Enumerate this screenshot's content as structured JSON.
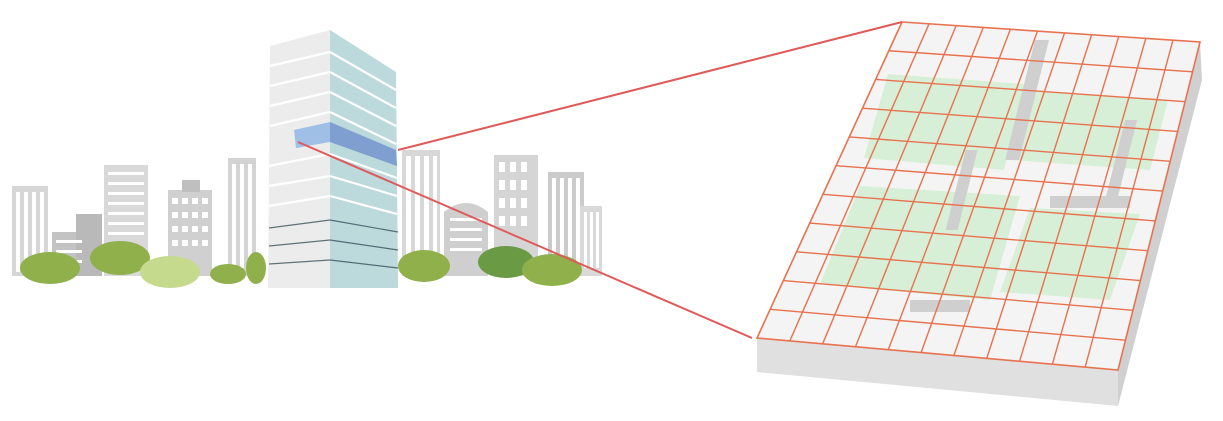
{
  "diagram": {
    "type": "illustration",
    "subject": "",
    "colors": {
      "background": "#ffffff",
      "skyline_gray": "#c9c9c9",
      "skyline_dark": "#a9a9a9",
      "tower_light": "#eeeeee",
      "tower_teal": "#bcd9dc",
      "highlight_floor": "#7f9fd0",
      "tree_green": "#8fb04a",
      "tree_light": "#c6da8e",
      "tree_dark": "#6b9a45",
      "callout_line": "#e05a5a",
      "grid_line": "#e8724f",
      "floor_fill": "#f4f4f4",
      "room_green": "#d6efd6",
      "slab_side": "#e0e0e0"
    },
    "elements": [
      {
        "name": "city-skyline",
        "icon": "building-group-icon"
      },
      {
        "name": "tower",
        "icon": "office-tower-icon"
      },
      {
        "name": "highlighted-floor",
        "icon": "floor-highlight-icon"
      },
      {
        "name": "zoom-callout",
        "icon": "zoom-lines-icon"
      },
      {
        "name": "floor-plan-grid",
        "icon": "grid-floor-plan-icon"
      }
    ]
  }
}
